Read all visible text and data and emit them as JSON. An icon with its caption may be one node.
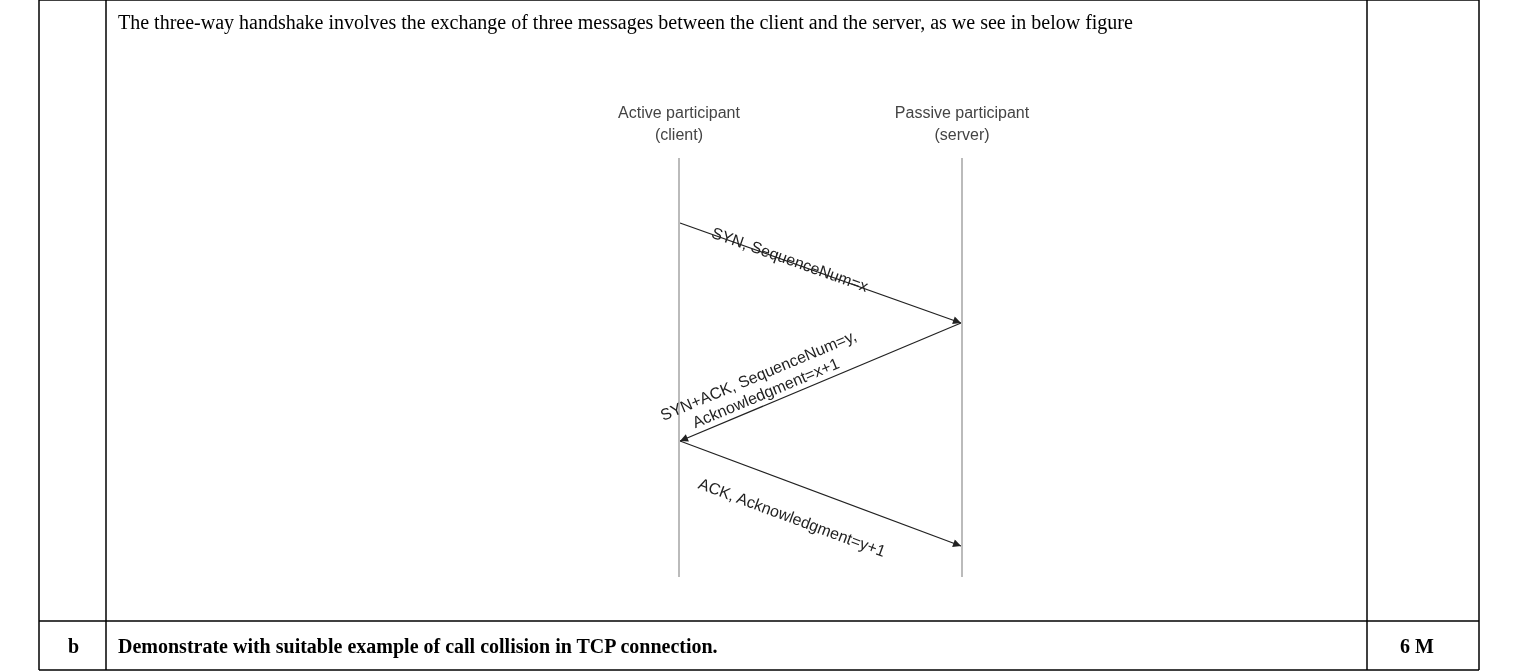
{
  "diagram": {
    "nodes": [
      {
        "text": [],
        "shape": "line",
        "beside": [
          "Active participant (client)"
        ]
      },
      {
        "text": [],
        "shape": "line",
        "beside": [
          "Passive participant (server)"
        ]
      }
    ],
    "edges": [
      {
        "from": 0,
        "to": 1,
        "arrow": "to",
        "label": "SYN, SequenceNum=x"
      },
      {
        "from": 1,
        "to": 0,
        "arrow": "to",
        "label": "SYN+ACK, SequenceNum=y, Acknowledgment=x+1"
      },
      {
        "from": 0,
        "to": 1,
        "arrow": "to",
        "label": "ACK, Acknowledgment=y+1"
      }
    ],
    "labels": [
      "The three-way handshake involves the exchange of three messages between the client and the server, as we see in below figure",
      "b",
      "Demonstrate with suitable example of call collision in TCP connection.",
      "6 M"
    ]
  }
}
